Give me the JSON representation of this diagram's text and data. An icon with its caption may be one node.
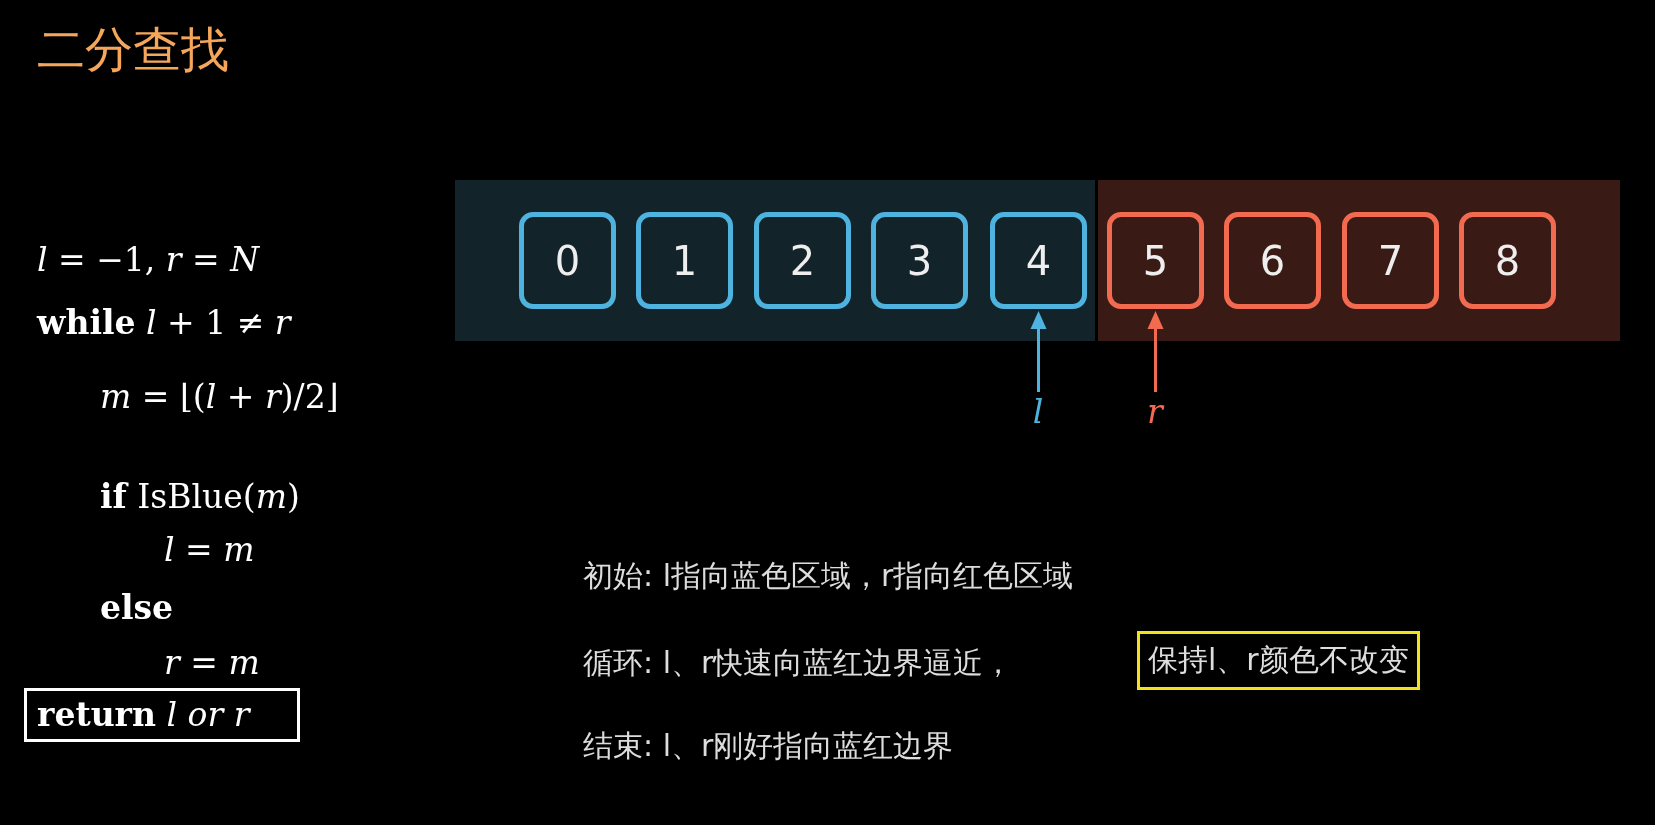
{
  "diagram": {
    "title": "二分查找",
    "nodes": [
      {
        "text": [],
        "shape": "box"
      },
      {
        "text": [],
        "shape": "box"
      },
      {
        "text": [
          "0"
        ],
        "in": 0
      },
      {
        "text": [
          "1"
        ],
        "in": 0
      },
      {
        "text": [
          "2"
        ],
        "in": 0
      },
      {
        "text": [
          "3"
        ],
        "in": 0
      },
      {
        "text": [
          "4"
        ],
        "in": 0
      },
      {
        "text": [
          "5"
        ],
        "in": 1
      },
      {
        "text": [
          "6"
        ],
        "in": 1
      },
      {
        "text": [
          "7"
        ],
        "in": 1
      },
      {
        "text": [
          "8"
        ],
        "in": 1
      },
      {
        "text": [
          "*l*"
        ]
      },
      {
        "text": [
          "*r*"
        ]
      },
      {
        "text": [
          "**return** *l or r*"
        ]
      },
      {
        "text": [
          "保持l、r颜色不改变"
        ]
      }
    ],
    "edges": [
      {
        "from": 11,
        "to": 6,
        "arrow": "to",
        "color": "#4fb3e0"
      },
      {
        "from": 12,
        "to": 7,
        "arrow": "to",
        "color": "#f26b50"
      }
    ],
    "labels": [
      "*l* = −1,  *r* = *N*",
      "**while** *l* + 1 ≠ *r*",
      "*m* = ⌊(*l* + *r*)/2⌋",
      "**if** IsBlue(*m*)",
      "*l* = *m*",
      "**else**",
      "*r* = *m*",
      "初始: l指向蓝色区域，r指向红色区域",
      "循环: l、r快速向蓝红边界逼近，",
      "结束: l、r刚好指向蓝红边界"
    ]
  }
}
